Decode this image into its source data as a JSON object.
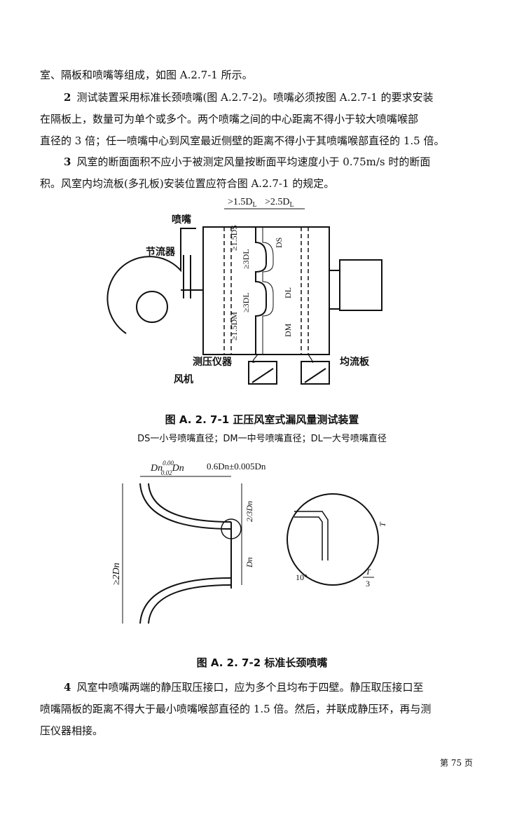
{
  "paragraphs": {
    "p0": {
      "text": "室、隔板和喷嘴等组成，如图 A.2.7-1 所示。"
    },
    "p2": {
      "num": "2",
      "line1": "测试装置采用标准长颈喷嘴(图 A.2.7-2)。喷嘴必须按图 A.2.7-1 的要求安装",
      "line2": "在隔板上，数量可为单个或多个。两个喷嘴之间的中心距离不得小于较大喷嘴喉部",
      "line3": "直径的 3 倍；任一喷嘴中心到风室最近侧壁的距离不得小于其喷嘴喉部直径的 1.5 倍。"
    },
    "p3": {
      "num": "3",
      "line1": "风室的断面面积不应小于被测定风量按断面平均速度小于  0.75m/s  时的断面",
      "line2": "积。风室内均流板(多孔板)安装位置应符合图 A.2.7-1 的规定。"
    },
    "p4": {
      "num": "4",
      "line1": "风室中喷嘴两端的静压取压接口，应为多个且均布于四壁。静压取压接口至",
      "line2": "喷嘴隔板的距离不得大于最小喷嘴喉部直径的 1.5 倍。然后，并联成静压环，再与测",
      "line3": "压仪器相接。"
    }
  },
  "figure1": {
    "labels": {
      "nozzle": "喷嘴",
      "throttle": "节流器",
      "manometer": "测压仪器",
      "fan": "风机",
      "flow_plate": "均流板"
    },
    "dims": {
      "top_left": ">1.5D",
      "top_left_sub": "L",
      "top_right": ">2.5D",
      "top_right_sub": "L",
      "v1": "≥1.5DS",
      "v2": "≥3DL",
      "v3": "≥3DL",
      "v4": "≥1.5DM",
      "ds": "DS",
      "dl": "DL",
      "dm": "DM"
    },
    "caption": "图 A. 2. 7-1   正压风室式漏风量测试装置",
    "legend": "DS一小号喷嘴直径；DM一中号喷嘴直径；DL一大号喷嘴直径"
  },
  "figure2": {
    "dims": {
      "top_left": "Dn",
      "tol_upper": "0.00",
      "tol_lower": "0.02",
      "tol_var": "Dn",
      "top_right": "0.6Dn±0.005Dn",
      "left": "≥2Dn",
      "right_top": "2/3Dn",
      "right_mid": "Dn",
      "detail_angle": "10°",
      "detail_t": "T",
      "detail_t3_num": "T",
      "detail_t3_den": "3"
    },
    "caption": "图 A. 2. 7-2   标准长颈喷嘴"
  },
  "page": {
    "number": "第  75  页"
  }
}
